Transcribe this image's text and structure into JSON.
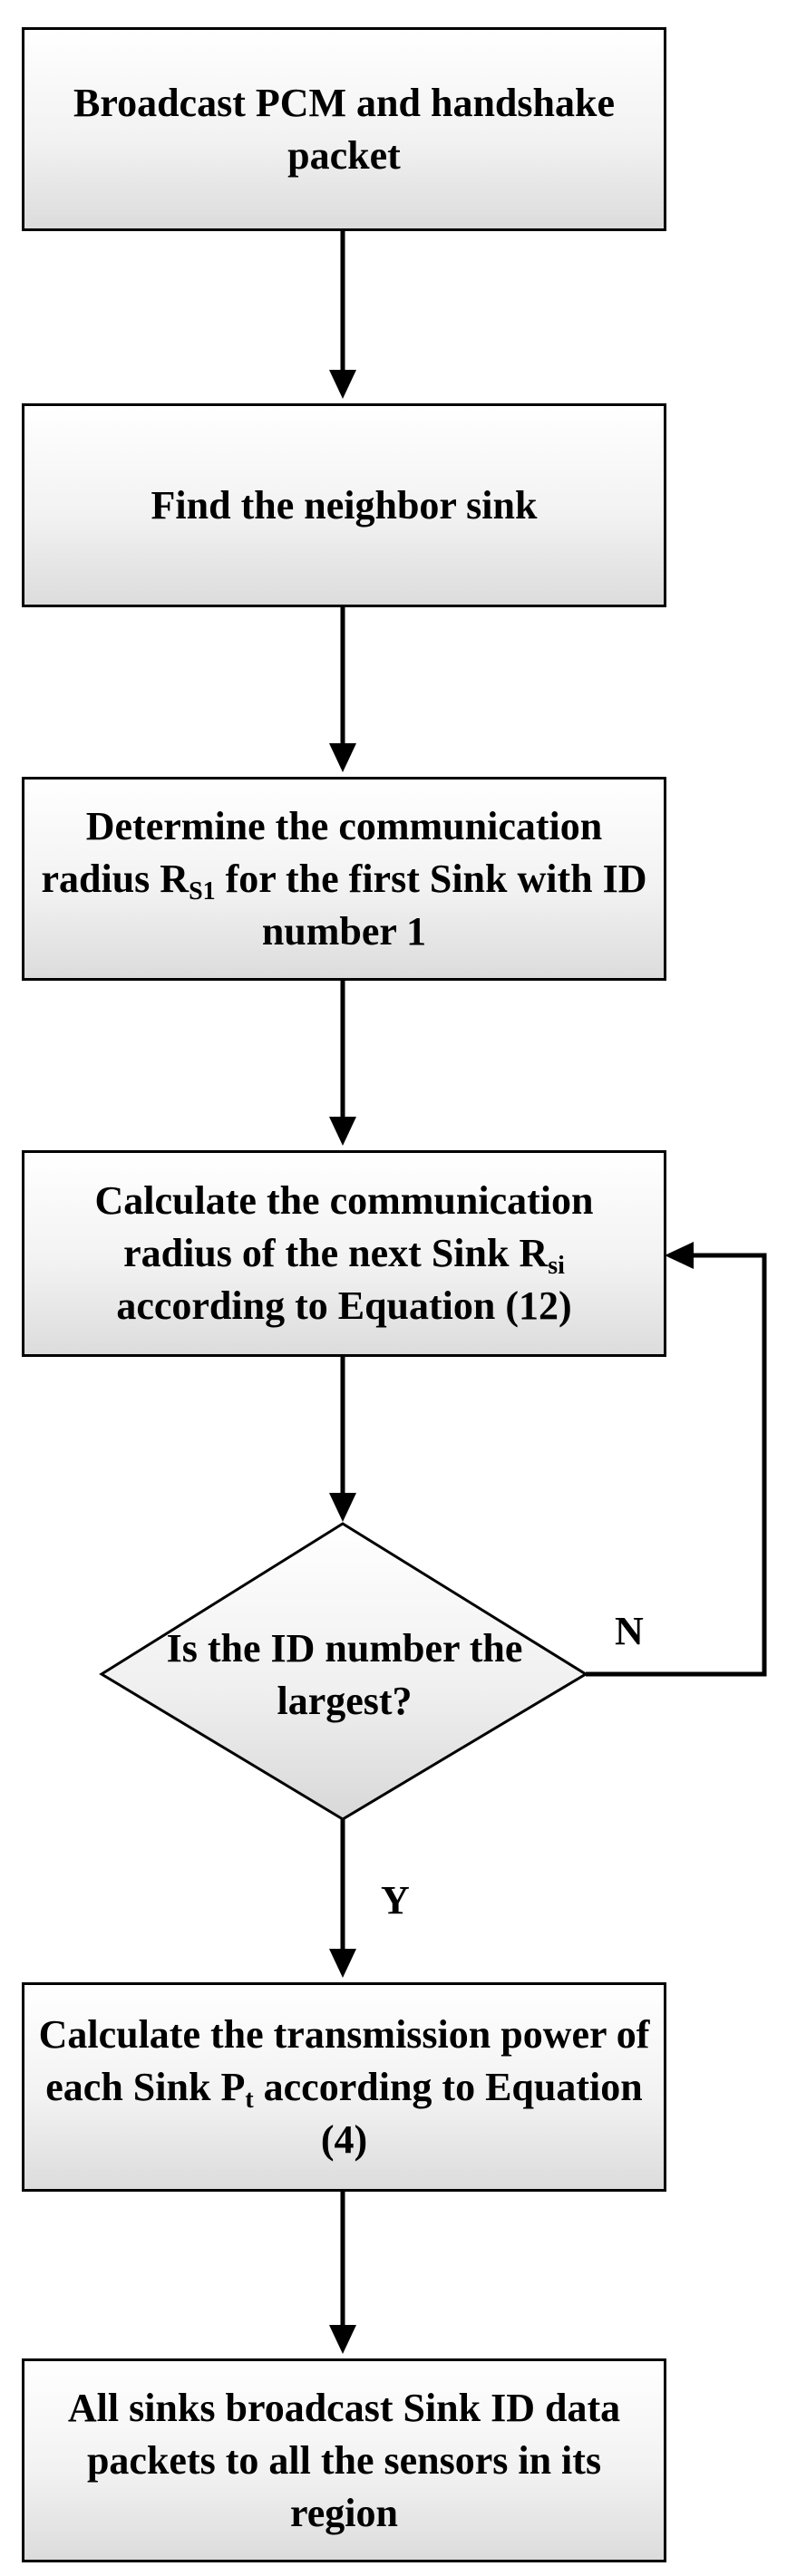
{
  "steps": [
    {
      "pre": "Broadcast PCM and handshake packet",
      "sub": "",
      "post": ""
    },
    {
      "pre": "Find the neighbor sink",
      "sub": "",
      "post": ""
    },
    {
      "pre": "Determine the communication radius R",
      "sub": "S1",
      "post": " for the first Sink with ID number 1"
    },
    {
      "pre": "Calculate the communication radius of the next Sink R",
      "sub": "si",
      "post": " according to Equation (12)"
    },
    {
      "pre": "Calculate the transmission power of each Sink P",
      "sub": "t",
      "post": " according to Equation (4)"
    },
    {
      "pre": "All sinks broadcast Sink ID data packets to all the sensors in its region",
      "sub": "",
      "post": ""
    }
  ],
  "decision": {
    "text": "Is the ID number the largest?"
  },
  "labels": {
    "no": "N",
    "yes": "Y"
  }
}
